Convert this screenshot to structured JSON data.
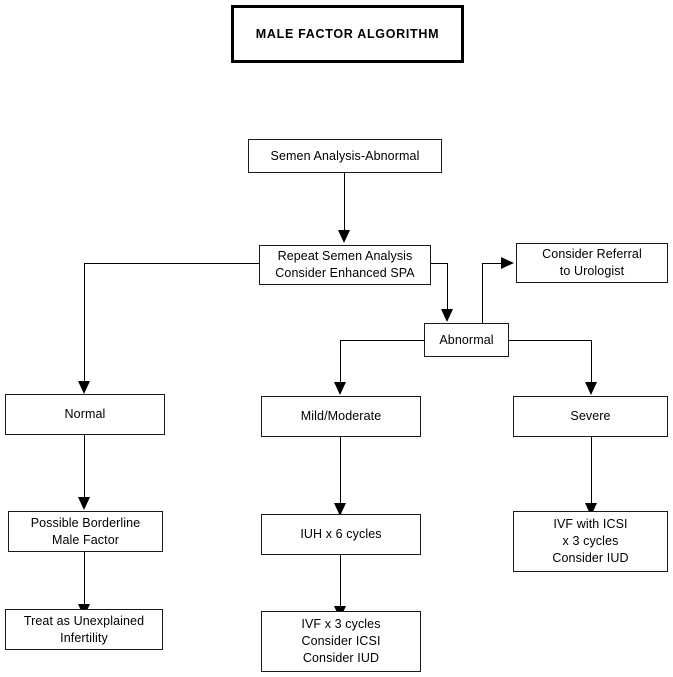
{
  "diagram": {
    "title": "MALE FACTOR ALGORITHM",
    "nodes": {
      "semen_analysis": {
        "line1": "Semen Analysis-Abnormal"
      },
      "repeat_semen": {
        "line1": "Repeat Semen Analysis",
        "line2": "Consider Enhanced SPA"
      },
      "referral": {
        "line1": "Consider Referral",
        "line2": "to Urologist"
      },
      "abnormal": {
        "line1": "Abnormal"
      },
      "normal": {
        "line1": "Normal"
      },
      "mild_moderate": {
        "line1": "Mild/Moderate"
      },
      "severe": {
        "line1": "Severe"
      },
      "borderline": {
        "line1": "Possible Borderline",
        "line2": "Male Factor"
      },
      "unexplained": {
        "line1": "Treat as Unexplained",
        "line2": "Infertility"
      },
      "iuh": {
        "line1": "IUH x 6 cycles"
      },
      "ivf_mid": {
        "line1": "IVF x 3 cycles",
        "line2": "Consider ICSI",
        "line3": "Consider IUD"
      },
      "ivf_icsi": {
        "line1": "IVF with ICSI",
        "line2": "x 3 cycles",
        "line3": "Consider IUD"
      }
    },
    "colors": {
      "line": "#000000",
      "box_border": "#1a1a1a",
      "background": "#ffffff",
      "text": "#000000"
    }
  }
}
